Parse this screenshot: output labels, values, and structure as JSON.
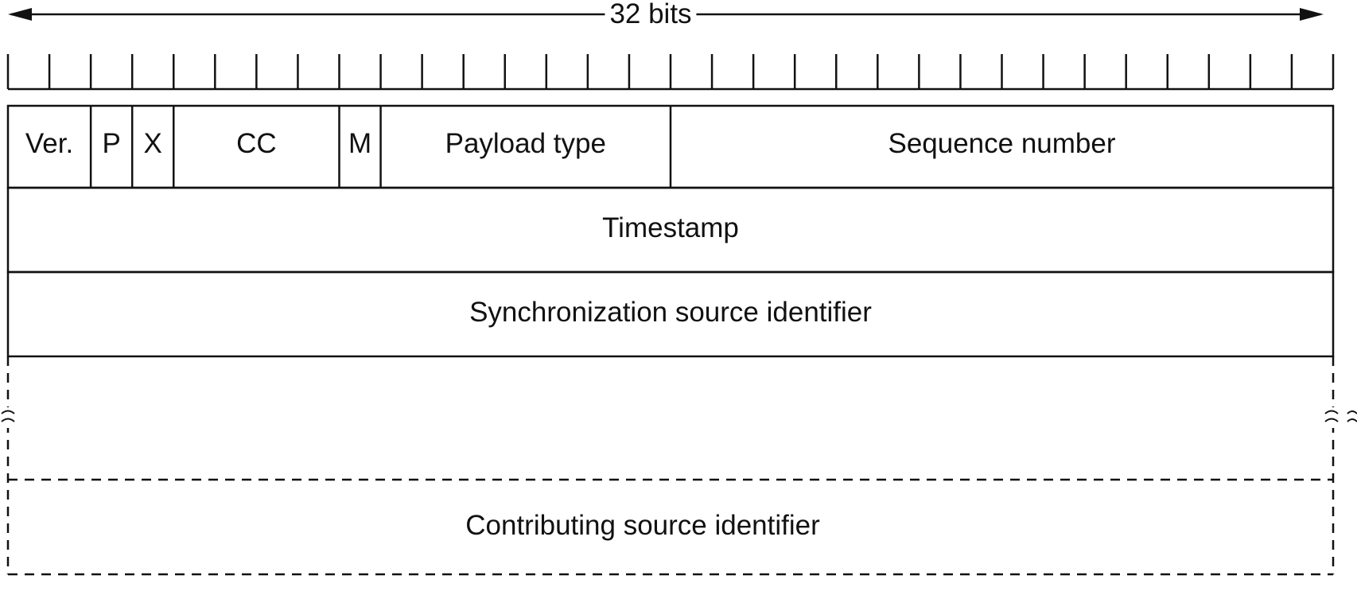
{
  "word_width": {
    "label": "32 bits",
    "bits": 32
  },
  "header_fields": [
    {
      "label": "Ver.",
      "bits": 2
    },
    {
      "label": "P",
      "bits": 1
    },
    {
      "label": "X",
      "bits": 1
    },
    {
      "label": "CC",
      "bits": 4
    },
    {
      "label": "M",
      "bits": 1
    },
    {
      "label": "Payload type",
      "bits": 7
    },
    {
      "label": "Sequence number",
      "bits": 16
    }
  ],
  "timestamp_label": "Timestamp",
  "ssrc_label": "Synchronization source identifier",
  "csrc_label": "Contributing source identifier",
  "colors": {
    "line": "#111111",
    "background": "#ffffff"
  }
}
